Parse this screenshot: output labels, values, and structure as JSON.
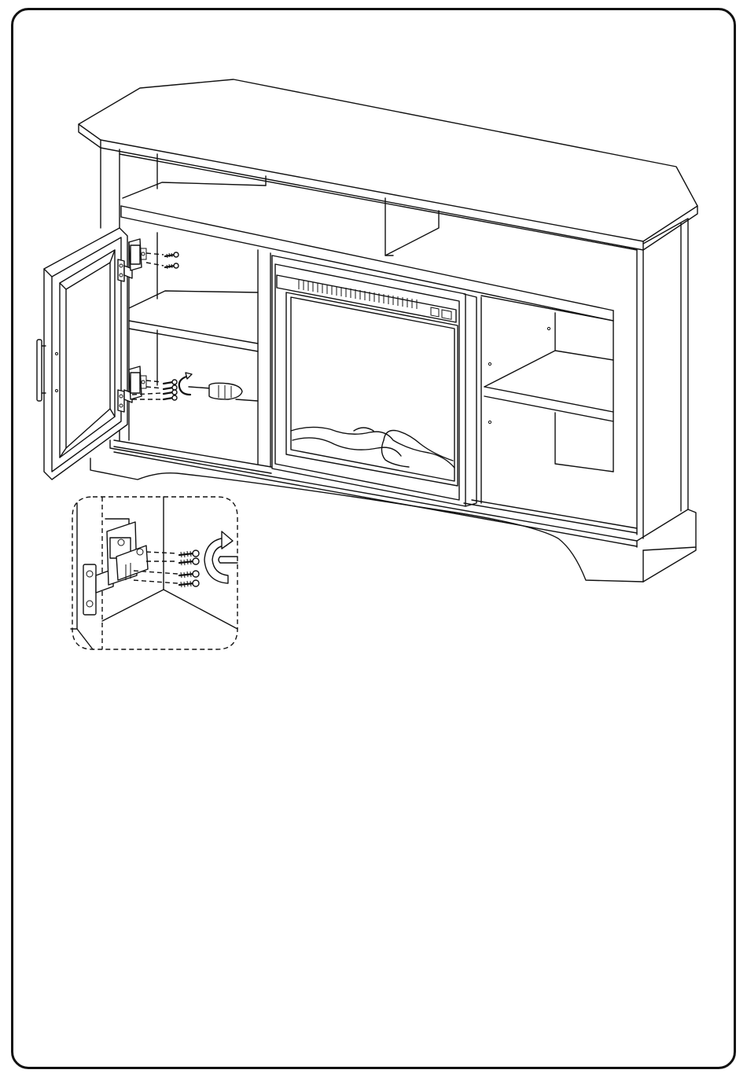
{
  "colors": {
    "line": "#111111",
    "background": "#ffffff"
  },
  "icons": {
    "screw": "screw-icon",
    "rotate": "rotate-arrow-icon",
    "screwdriver": "screwdriver-icon",
    "hinge": "hinge-icon"
  },
  "screws": {
    "upper_hinge_count": 2,
    "lower_hinge_count": 4,
    "detail_count": 4
  }
}
